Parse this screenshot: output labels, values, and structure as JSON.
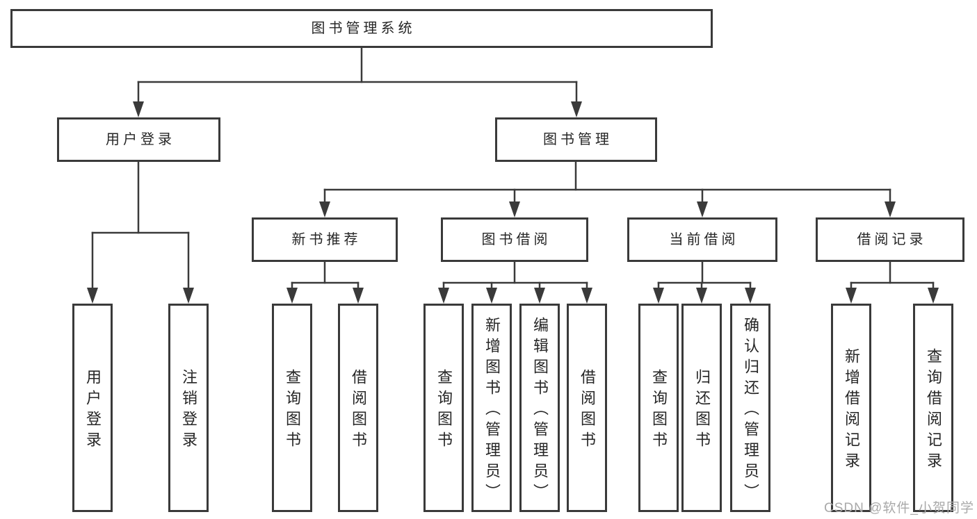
{
  "diagram": {
    "root": {
      "label": "图书管理系统"
    },
    "level2": [
      {
        "label": "用户登录"
      },
      {
        "label": "图书管理"
      }
    ],
    "level3": [
      {
        "label": "新书推荐",
        "parent": "图书管理"
      },
      {
        "label": "图书借阅",
        "parent": "图书管理"
      },
      {
        "label": "当前借阅",
        "parent": "图书管理"
      },
      {
        "label": "借阅记录",
        "parent": "图书管理"
      }
    ],
    "leaves": [
      {
        "label": "用户登录",
        "parent": "用户登录"
      },
      {
        "label": "注销登录",
        "parent": "用户登录"
      },
      {
        "label": "查询图书",
        "parent": "新书推荐"
      },
      {
        "label": "借阅图书",
        "parent": "新书推荐"
      },
      {
        "label": "查询图书",
        "parent": "图书借阅"
      },
      {
        "label": "新增图书（管理员）",
        "parent": "图书借阅"
      },
      {
        "label": "编辑图书（管理员）",
        "parent": "图书借阅"
      },
      {
        "label": "借阅图书",
        "parent": "图书借阅"
      },
      {
        "label": "查询图书",
        "parent": "当前借阅"
      },
      {
        "label": "归还图书",
        "parent": "当前借阅"
      },
      {
        "label": "确认归还（管理员）",
        "parent": "当前借阅"
      },
      {
        "label": "新增借阅记录",
        "parent": "借阅记录"
      },
      {
        "label": "查询借阅记录",
        "parent": "借阅记录"
      }
    ]
  },
  "watermark": {
    "text": "CSDN @软件_小贺同学"
  },
  "colors": {
    "line": "#3a3a3a",
    "text": "#262626",
    "watermark": "#a9a9a9",
    "background": "#ffffff"
  }
}
